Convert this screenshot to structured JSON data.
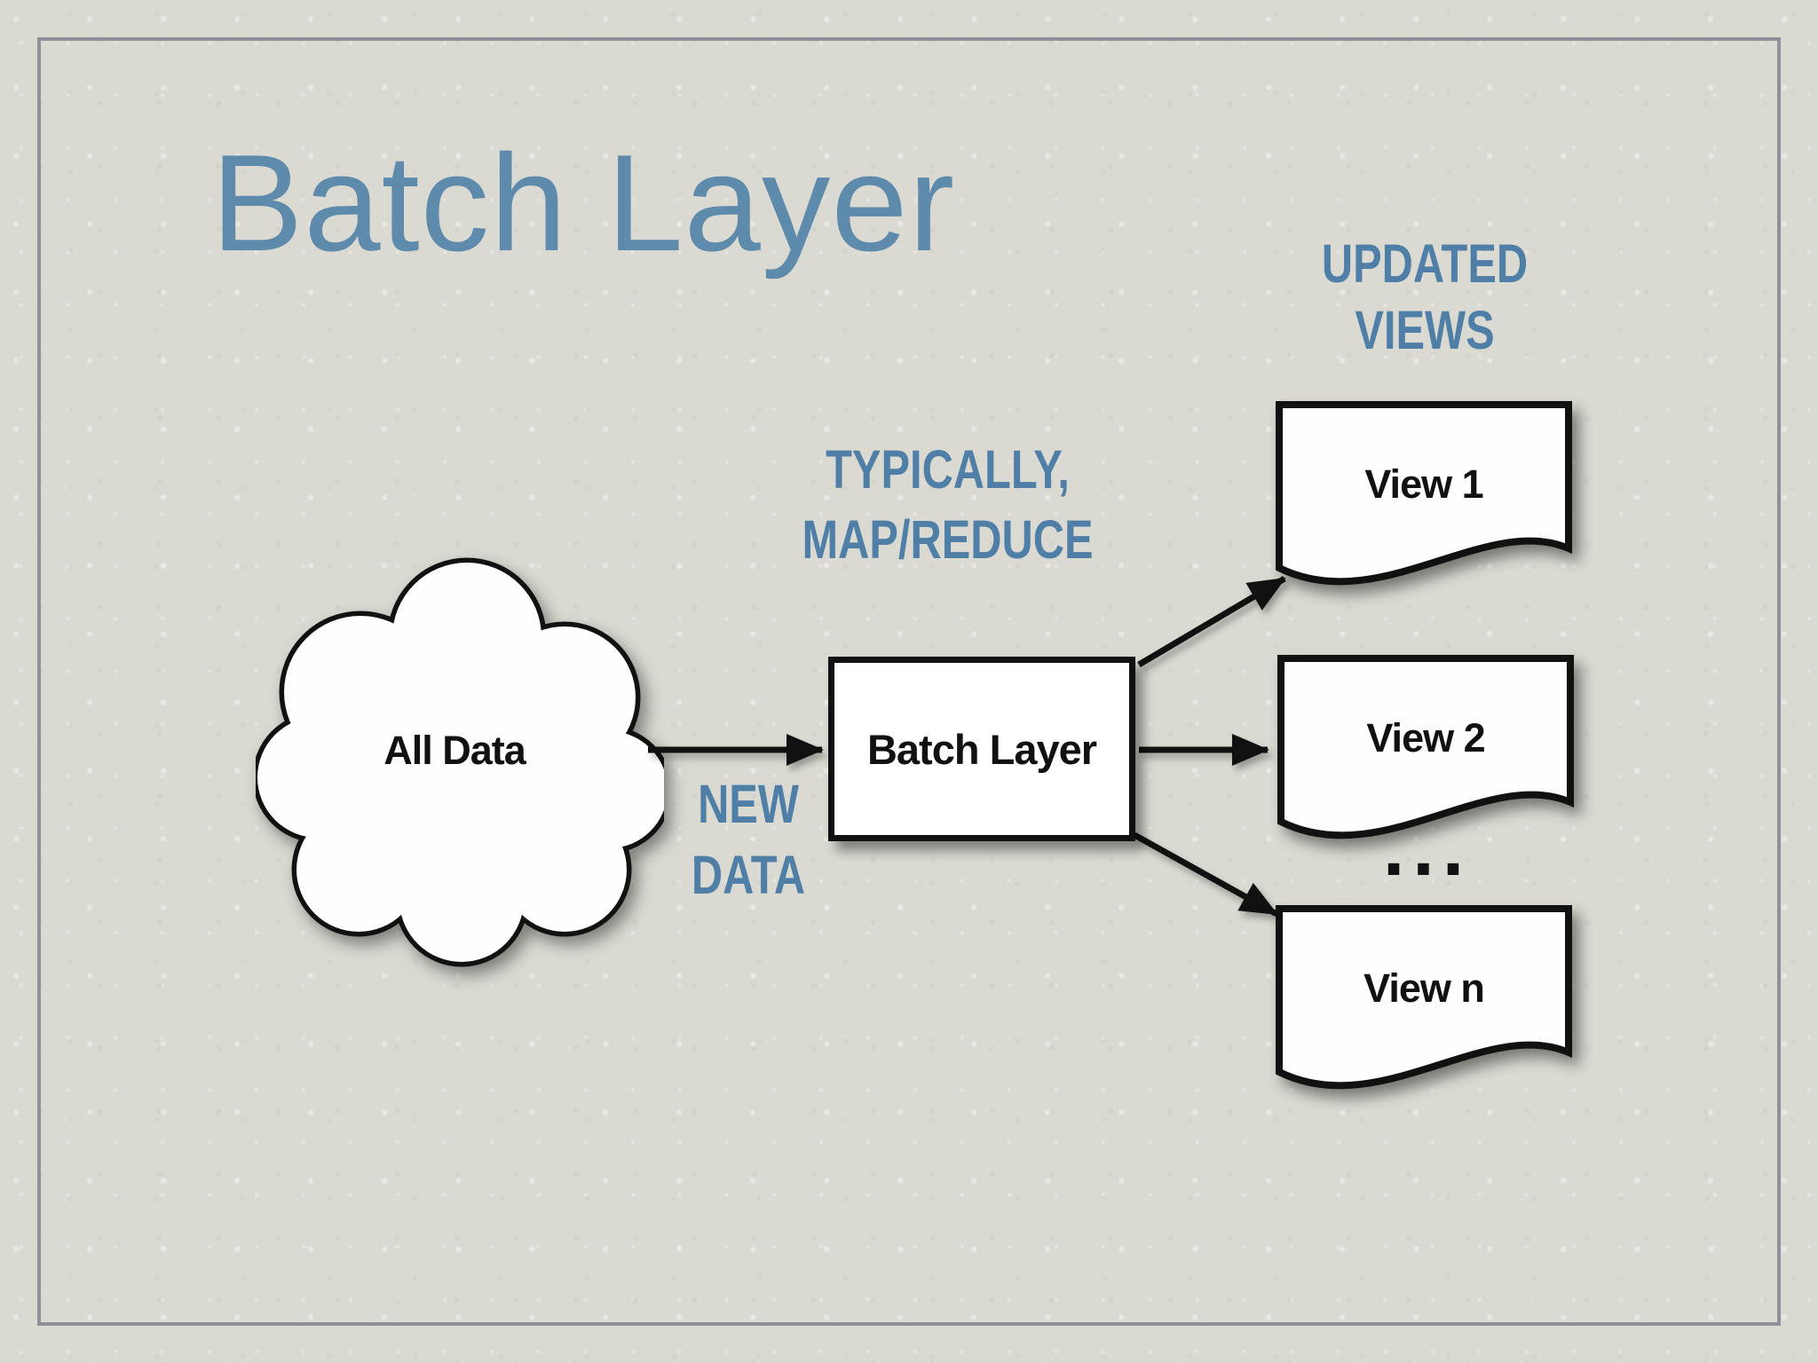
{
  "slide": {
    "title": "Batch Layer",
    "colors": {
      "background": "#dbdad2",
      "frame": "#90909a",
      "title_blue": "#5e8aab",
      "accent_blue": "#4f7ea6",
      "shape_fill": "#ffffff",
      "line_black": "#111111"
    }
  },
  "diagram": {
    "cloud": {
      "label": "All Data"
    },
    "batch_box": {
      "label": "Batch Layer"
    },
    "views": [
      {
        "label": "View 1"
      },
      {
        "label": "View 2"
      },
      {
        "label": "View n"
      }
    ],
    "ellipsis": "...",
    "annotations": {
      "updated_views": [
        "UPDATED",
        "VIEWS"
      ],
      "processing": [
        "TYPICALLY,",
        "MAP/REDUCE"
      ],
      "new_data": [
        "NEW",
        "DATA"
      ]
    }
  }
}
